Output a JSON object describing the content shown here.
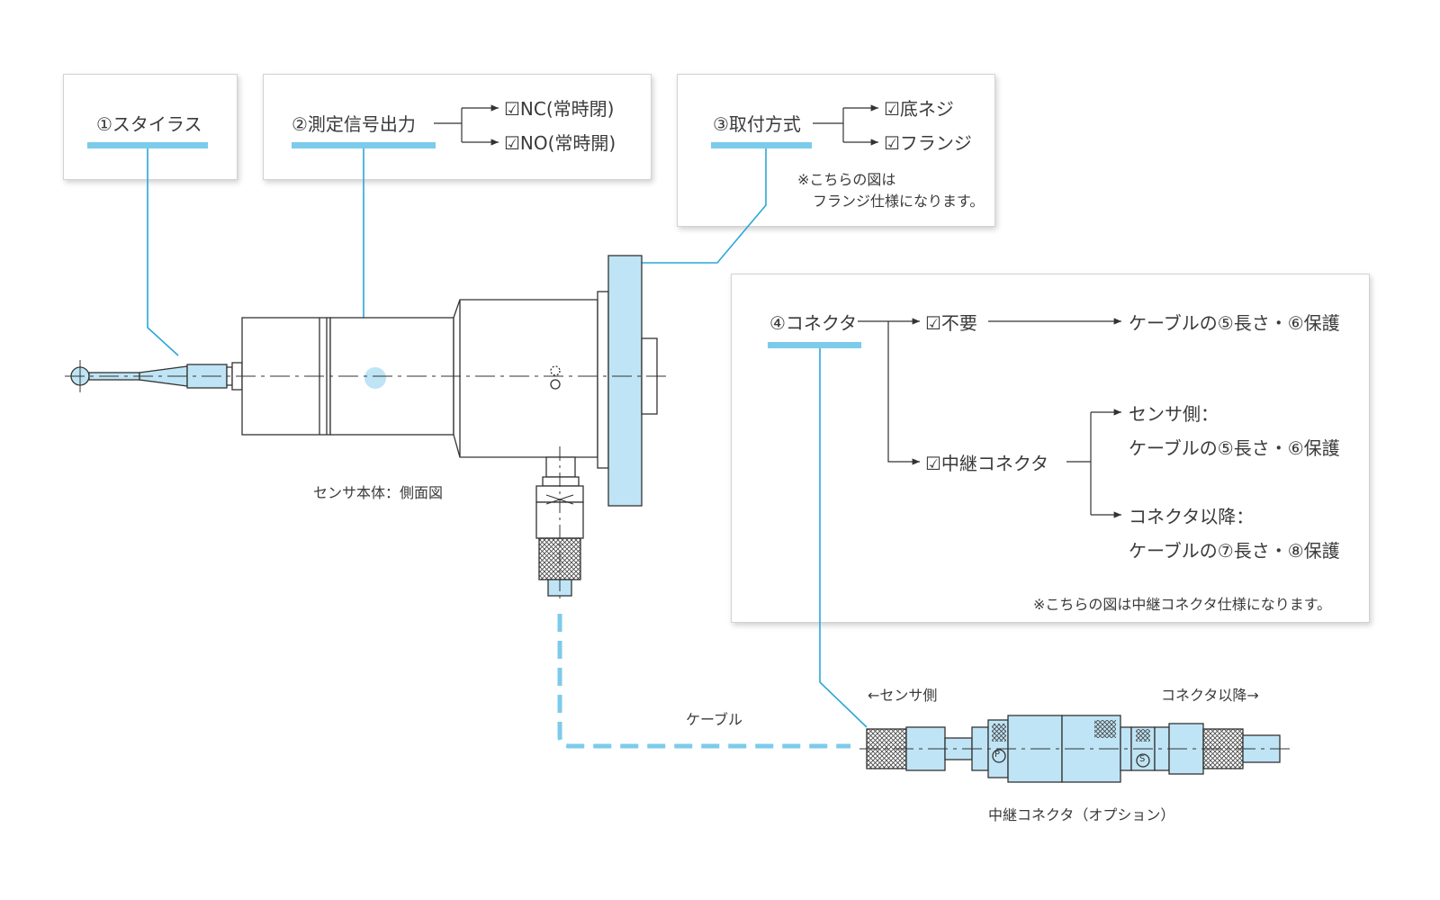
{
  "stylus": {
    "label": "①スタイラス"
  },
  "signal": {
    "label": "②測定信号出力",
    "opt1": "☑NC(常時閉)",
    "opt2": "☑NO(常時開)"
  },
  "mount": {
    "label": "③取付方式",
    "opt1": "☑底ネジ",
    "opt2": "☑フランジ",
    "note1": "※こちらの図は",
    "note2": "フランジ仕様になります。"
  },
  "connector": {
    "label": "④コネクタ",
    "opt_none": "☑不要",
    "opt_none_result": "ケーブルの⑤長さ・⑥保護",
    "opt_relay": "☑中継コネクタ",
    "sensor_side_title": "センサ側：",
    "sensor_side_value": "ケーブルの⑤長さ・⑥保護",
    "after_title": "コネクタ以降：",
    "after_value": "ケーブルの⑦長さ・⑧保護",
    "note": "※こちらの図は中継コネクタ仕様になります。"
  },
  "sensor_caption": "センサ本体：側面図",
  "cable_label": "ケーブル",
  "relay_caption": "中継コネクタ（オプション）",
  "left_arrow_label": "←センサ側",
  "right_arrow_label": "コネクタ以降→",
  "pin_p": "P",
  "pin_s": "S",
  "colors": {
    "accent": "#7ccbea",
    "fill": "#bfe4f5",
    "line": "#333333",
    "leader": "#2aa7d8"
  }
}
